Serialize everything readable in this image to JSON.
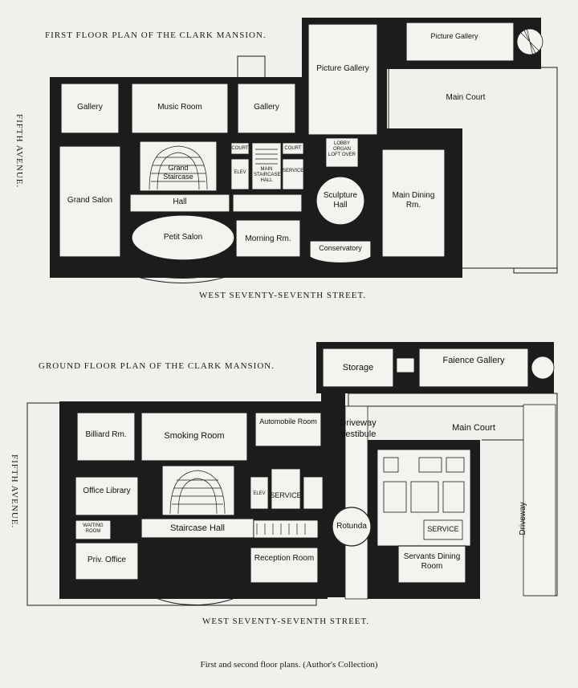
{
  "first_floor": {
    "title": "FIRST FLOOR PLAN OF THE CLARK MANSION.",
    "avenue": "FIFTH AVENUE.",
    "street": "WEST SEVENTY-SEVENTH STREET.",
    "rooms": {
      "gallery_west": "Gallery",
      "music_room": "Music Room",
      "gallery_east": "Gallery",
      "picture_gallery_large": "Picture Gallery",
      "picture_gallery_small": "Picture Gallery",
      "main_court": "Main Court",
      "grand_salon": "Grand Salon",
      "grand_staircase": "Grand Staircase",
      "hall": "Hall",
      "petit_salon": "Petit Salon",
      "morning_rm": "Morning Rm.",
      "court_1": "COURT",
      "court_2": "COURT",
      "elev": "ELEV",
      "main_staircase_hall": "MAIN STAIRCASE HALL",
      "service": "SERVICE",
      "lobby_organ": "LOBBY ORGAN LOFT OVER",
      "sculpture_hall": "Sculpture Hall",
      "main_dining": "Main Dining Rm.",
      "conservatory": "Conservatory"
    }
  },
  "ground_floor": {
    "title": "GROUND FLOOR PLAN OF THE CLARK MANSION.",
    "avenue": "FIFTH AVENUE.",
    "street": "WEST SEVENTY-SEVENTH STREET.",
    "rooms": {
      "storage": "Storage",
      "faience_gallery": "Faience Gallery",
      "billiard_rm": "Billiard Rm.",
      "smoking_room": "Smoking Room",
      "automobile_room": "Automobile Room",
      "driveway_vestibule": "Driveway Vestibule",
      "main_court": "Main Court",
      "office_library": "Office Library",
      "waiting_room": "WAITING ROOM",
      "staircase_hall": "Staircase Hall",
      "elev": "ELEV",
      "service_1": "SERVICE",
      "rotunda": "Rotunda",
      "service_2": "SERVICE",
      "driveway": "Driveway",
      "priv_office": "Priv. Office",
      "reception_room": "Reception Room",
      "servants_dining": "Servants Dining Room"
    }
  },
  "caption": "First and second floor plans. (Author's Collection)"
}
